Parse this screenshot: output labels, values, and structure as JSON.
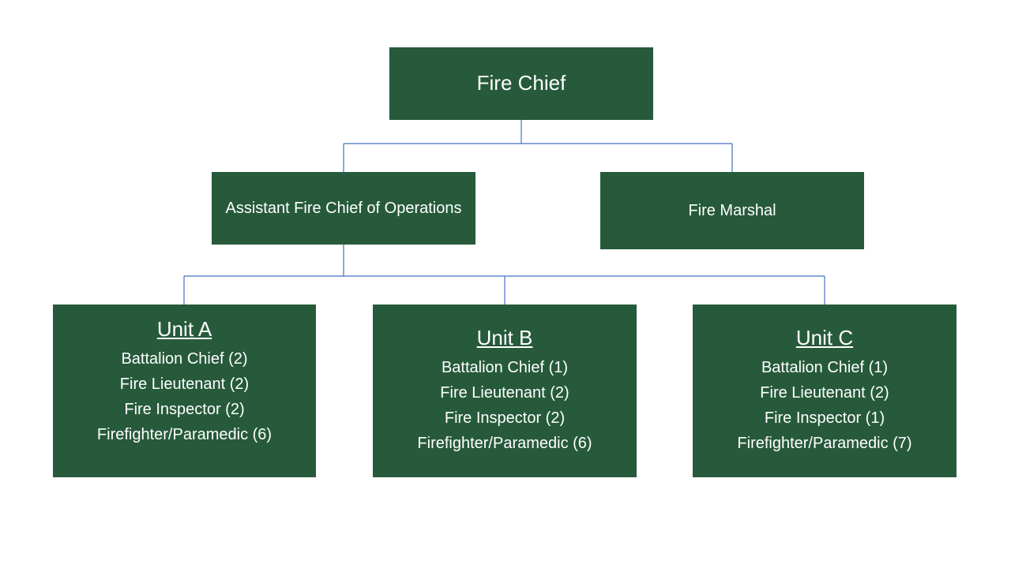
{
  "colors": {
    "box_fill": "#265A3B",
    "box_text": "#FFFFFF",
    "connector": "#4472C4",
    "background": "#FFFFFF"
  },
  "chart": {
    "fire_chief": "Fire Chief",
    "assistant_chief": "Assistant Fire Chief of Operations",
    "fire_marshal": "Fire Marshal",
    "units": [
      {
        "name": "Unit A",
        "roles": [
          "Battalion Chief (2)",
          "Fire Lieutenant (2)",
          "Fire Inspector (2)",
          "Firefighter/Paramedic (6)"
        ]
      },
      {
        "name": "Unit B",
        "roles": [
          "Battalion Chief (1)",
          "Fire Lieutenant (2)",
          "Fire Inspector (2)",
          "Firefighter/Paramedic (6)"
        ]
      },
      {
        "name": "Unit C",
        "roles": [
          "Battalion Chief (1)",
          "Fire Lieutenant (2)",
          "Fire Inspector (1)",
          "Firefighter/Paramedic (7)"
        ]
      }
    ]
  }
}
